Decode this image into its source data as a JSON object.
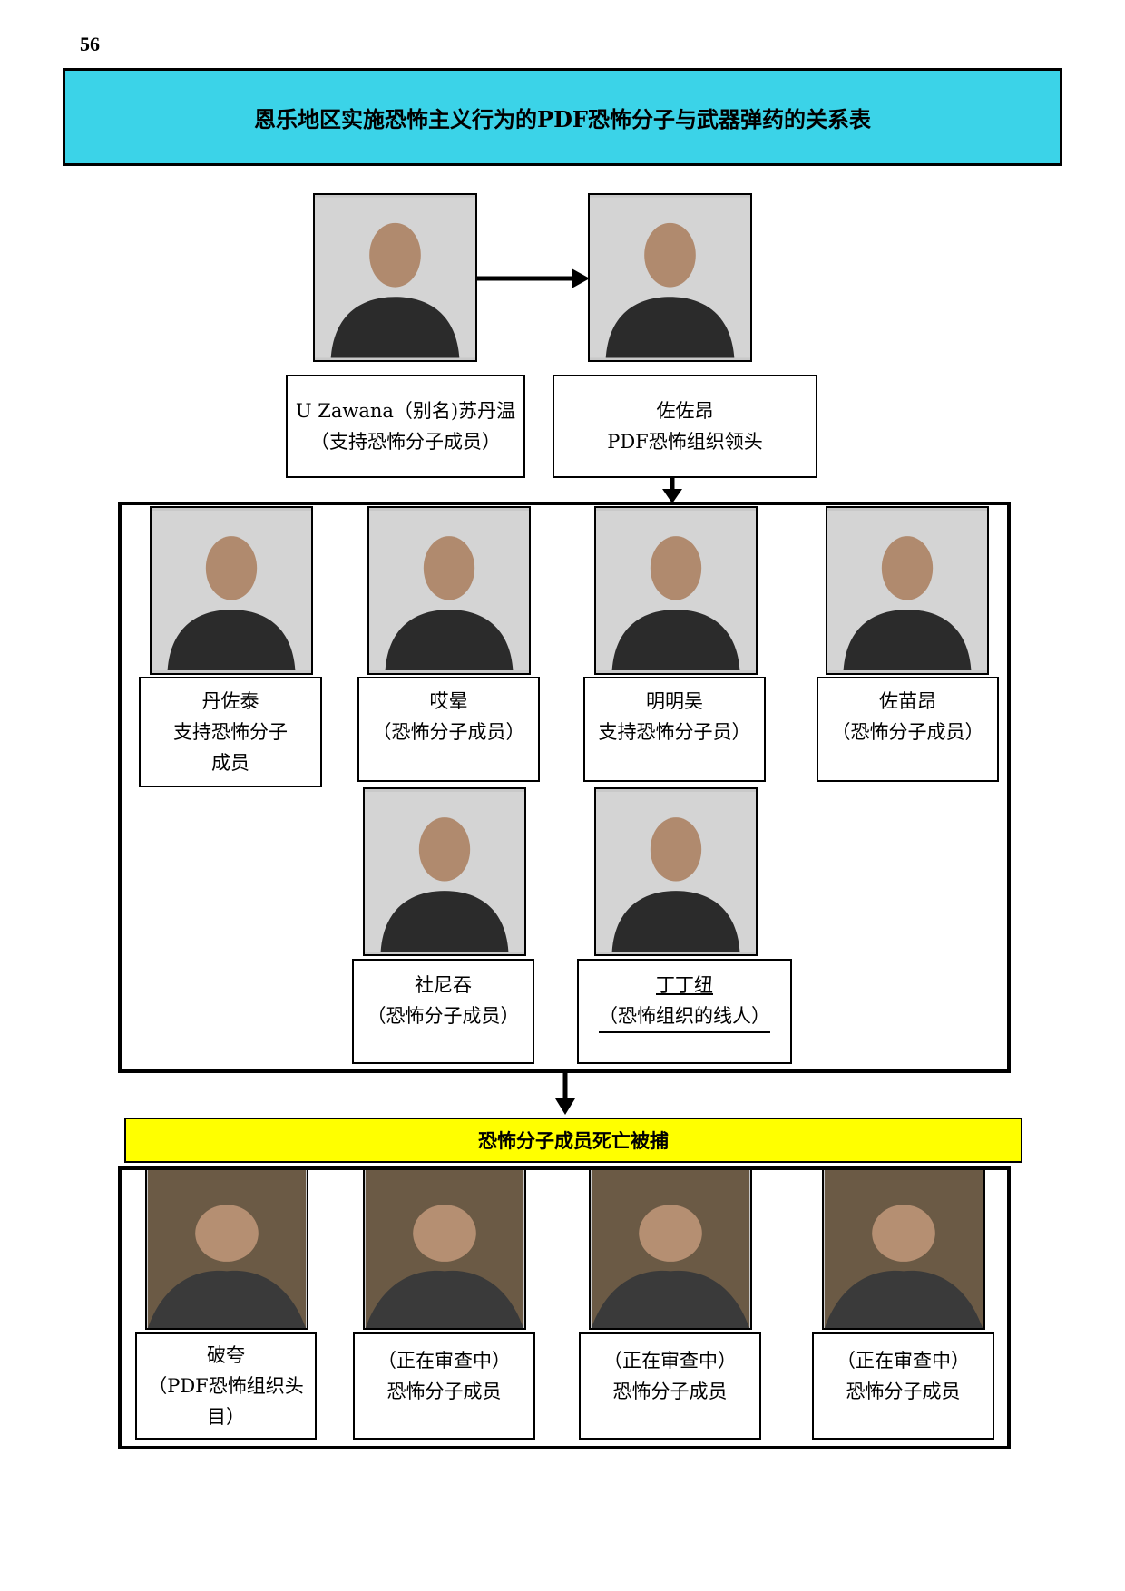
{
  "page_number": "56",
  "title": "恩乐地区实施恐怖主义行为的PDF恐怖分子与武器弹药的关系表",
  "top": {
    "left": {
      "name": "U Zawana（别名)苏丹温",
      "role": "（支持恐怖分子成员）"
    },
    "right": {
      "name": "佐佐昂",
      "role": "PDF恐怖组织领头"
    }
  },
  "members_row1": [
    {
      "name": "丹佐泰",
      "role_line1": "支持恐怖分子",
      "role_line2": "成员"
    },
    {
      "name": "哎晕",
      "role_line1": "（恐怖分子成员）"
    },
    {
      "name": "明明吴",
      "role_line1": "支持恐怖分子员）"
    },
    {
      "name": "佐苗昂",
      "role_line1": "（恐怖分子成员）"
    }
  ],
  "members_row2": [
    {
      "name": "社尼吞",
      "role_line1": "（恐怖分子成员）"
    },
    {
      "name": "丁丁纽",
      "role_line1": "（恐怖组织的线人）"
    }
  ],
  "status_bar": "恐怖分子成员死亡被捕",
  "deceased": [
    {
      "line1": "破夸",
      "line2": "（PDF恐怖组织头",
      "line3": "目）"
    },
    {
      "line1": "（正在审查中）",
      "line2": "恐怖分子成员"
    },
    {
      "line1": "（正在审查中）",
      "line2": "恐怖分子成员"
    },
    {
      "line1": "（正在审查中）",
      "line2": "恐怖分子成员"
    }
  ],
  "colors": {
    "title_bar": "#3bd3e8",
    "status_bar": "#ffff00"
  }
}
